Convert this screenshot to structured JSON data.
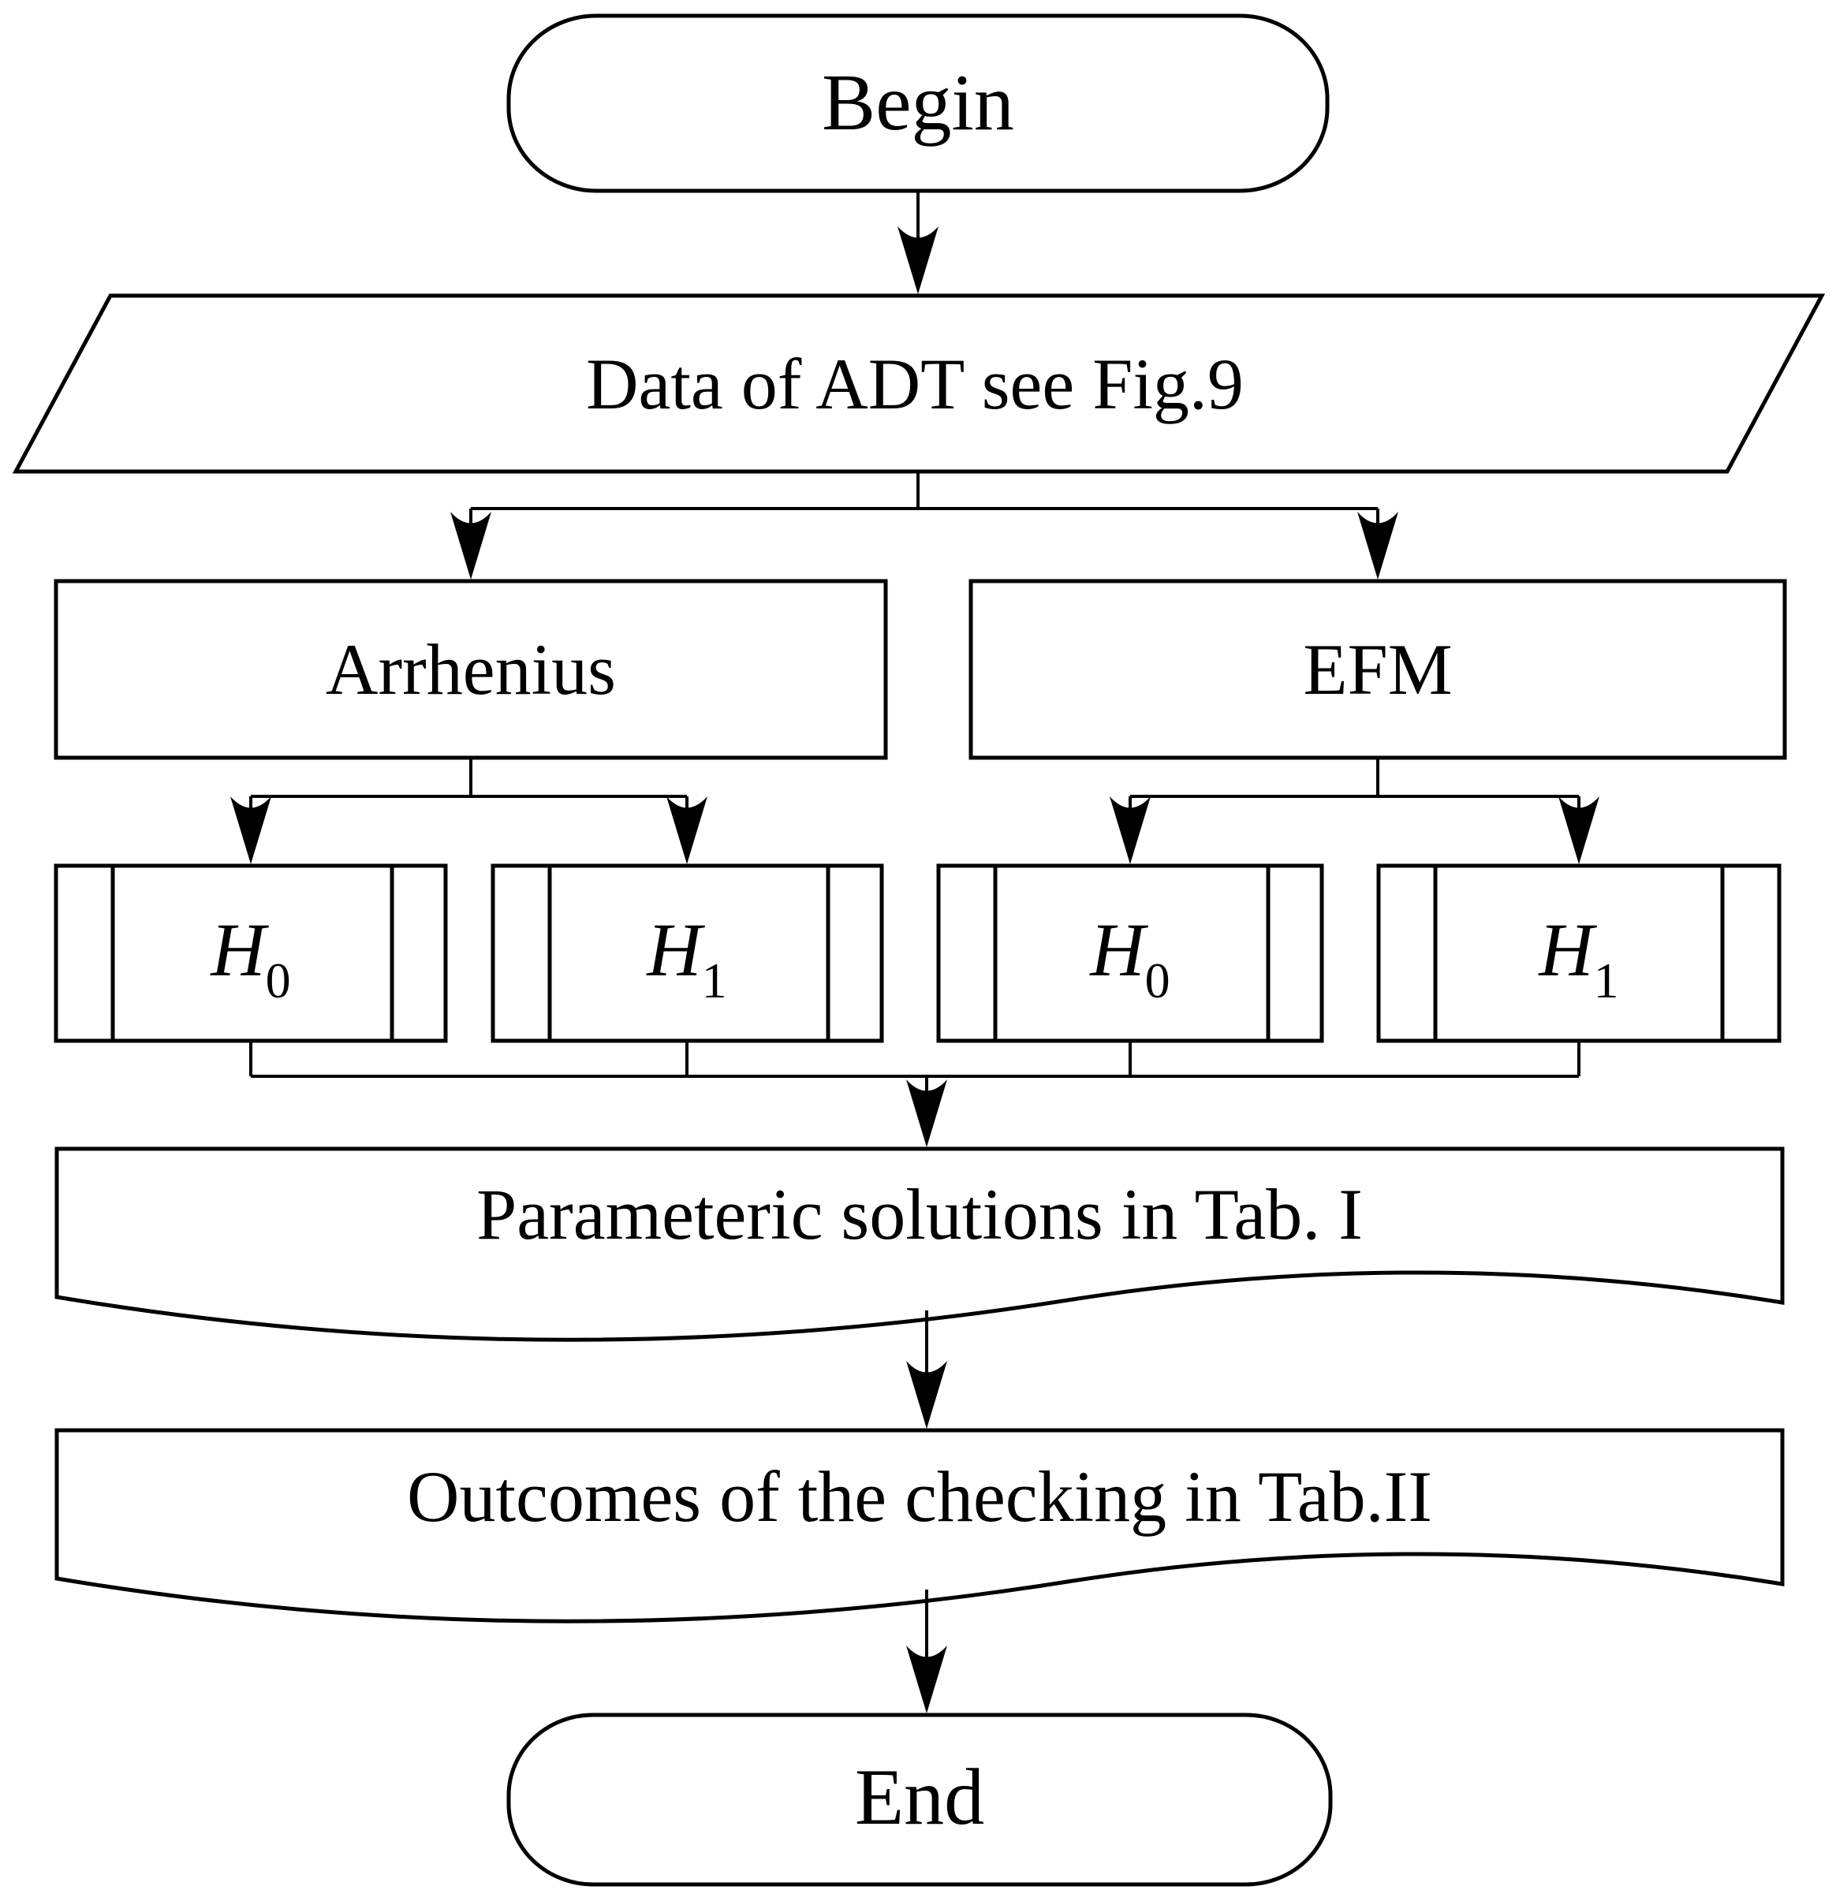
{
  "flowchart": {
    "begin": {
      "label": "Begin"
    },
    "input": {
      "label": "Data of ADT see Fig.9"
    },
    "branches": [
      {
        "label": "Arrhenius",
        "hypotheses": [
          {
            "base": "H",
            "sub": "0"
          },
          {
            "base": "H",
            "sub": "1"
          }
        ]
      },
      {
        "label": "EFM",
        "hypotheses": [
          {
            "base": "H",
            "sub": "0"
          },
          {
            "base": "H",
            "sub": "1"
          }
        ]
      }
    ],
    "documents": [
      {
        "label": "Parameteric solutions in Tab. I"
      },
      {
        "label": "Outcomes of the checking in Tab.II"
      }
    ],
    "end": {
      "label": "End"
    }
  },
  "colors": {
    "stroke": "#000000",
    "background": "#ffffff"
  }
}
